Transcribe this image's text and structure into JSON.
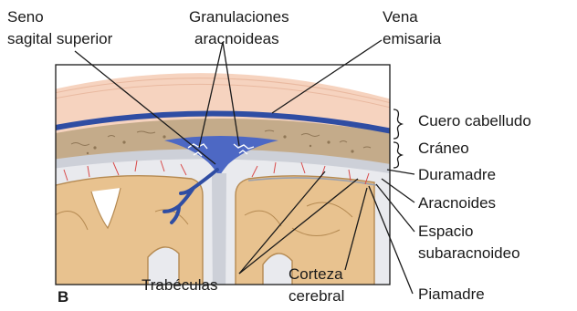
{
  "figure": {
    "panel_label": "B",
    "labels": {
      "seno_line1": "Seno",
      "seno_line2": "sagital superior",
      "granulaciones_line1": "Granulaciones",
      "granulaciones_line2": "aracnoideas",
      "vena_line1": "Vena",
      "vena_line2": "emisaria",
      "cuero": "Cuero cabelludo",
      "craneo": "Cráneo",
      "duramadre": "Duramadre",
      "aracnoides": "Aracnoides",
      "espacio_line1": "Espacio",
      "espacio_line2": "subaracnoideo",
      "trabeculas": "Trabéculas",
      "corteza_line1": "Corteza",
      "corteza_line2": "cerebral",
      "piamadre": "Piamadre"
    },
    "colors": {
      "scalp": "#f6d3bf",
      "bone": "#c4ab8a",
      "vein_blue": "#2f4da3",
      "sinus_blue": "#4d68c4",
      "dura": "#cdd0d8",
      "arachnoid": "#e9eaee",
      "cortex": "#e8c28f",
      "cortex_edge": "#b58a52",
      "vessel_red": "#d94a4a",
      "line": "#1a1a1a"
    }
  }
}
